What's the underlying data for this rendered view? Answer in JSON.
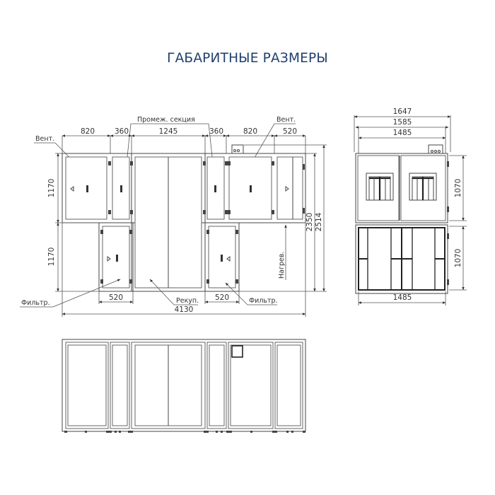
{
  "title": "ГАБАРИТНЫЕ РАЗМЕРЫ",
  "front_view": {
    "top_dimensions": [
      "820",
      "360",
      "1245",
      "360",
      "820",
      "520"
    ],
    "left_heights": [
      "1170",
      "1170"
    ],
    "right_heights": [
      "2350",
      "2514"
    ],
    "bottom_dimensions": {
      "left_filter": "520",
      "right_filter": "520",
      "total": "4130"
    },
    "labels": {
      "vent_left": "Вент.",
      "intermediate_section": "Промеж. секция",
      "vent_right": "Вент.",
      "filter_left": "Фильтр.",
      "recuperator": "Рекуп.",
      "filter_right": "Фильтр.",
      "heater": "Нагрев."
    }
  },
  "side_view": {
    "widths": [
      "1647",
      "1585",
      "1485"
    ],
    "heights": [
      "1070",
      "1070"
    ],
    "bottom_width": "1485"
  },
  "top_view": {
    "sections": 7
  }
}
